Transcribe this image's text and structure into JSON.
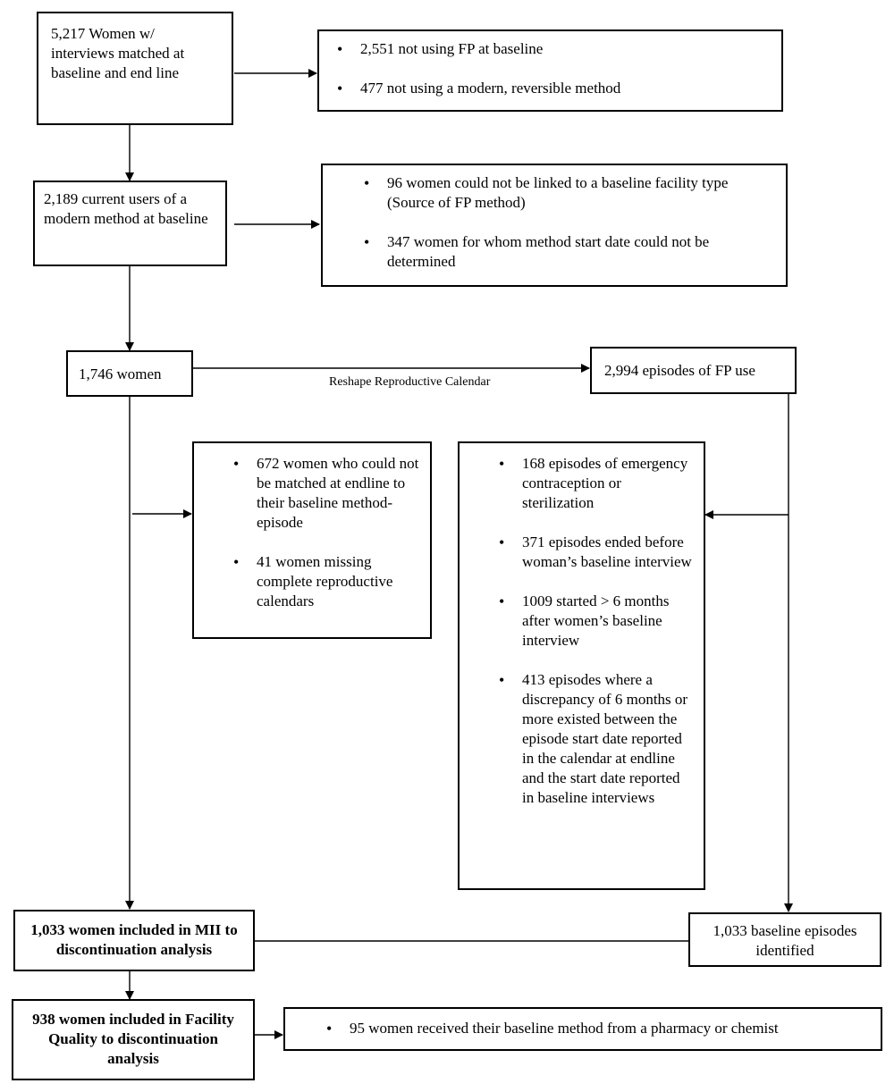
{
  "nodes": {
    "start": "5,217 Women w/ interviews matched at baseline and end line",
    "excl1": [
      "2,551 not using FP at baseline",
      "477 not using a modern, reversible method"
    ],
    "current_users": "2,189 current users of a modern method at baseline",
    "excl2": [
      "96 women could not be linked to a baseline facility type (Source of FP method)",
      "347 women for whom method start date could not be determined"
    ],
    "women": "1,746 women",
    "episodes": "2,994 episodes of FP use",
    "reshape_label": "Reshape Reproductive Calendar",
    "excl3": [
      "672 women who could not be matched at endline to their baseline method-episode",
      "41 women missing complete reproductive calendars"
    ],
    "excl4": [
      "168 episodes of emergency contraception or sterilization",
      "371 episodes ended before woman’s baseline interview",
      "1009 started > 6 months after women’s baseline interview",
      "413 episodes where a discrepancy of 6 months or more existed between the episode start date reported in the calendar at endline and the start date reported in baseline interviews"
    ],
    "mii": "1,033 women included in MII to discontinuation analysis",
    "baseline_episodes": "1,033 baseline episodes identified",
    "facility": "938 women included in Facility Quality to discontinuation analysis",
    "excl5": [
      "95 women received their baseline method from a pharmacy or chemist"
    ]
  }
}
